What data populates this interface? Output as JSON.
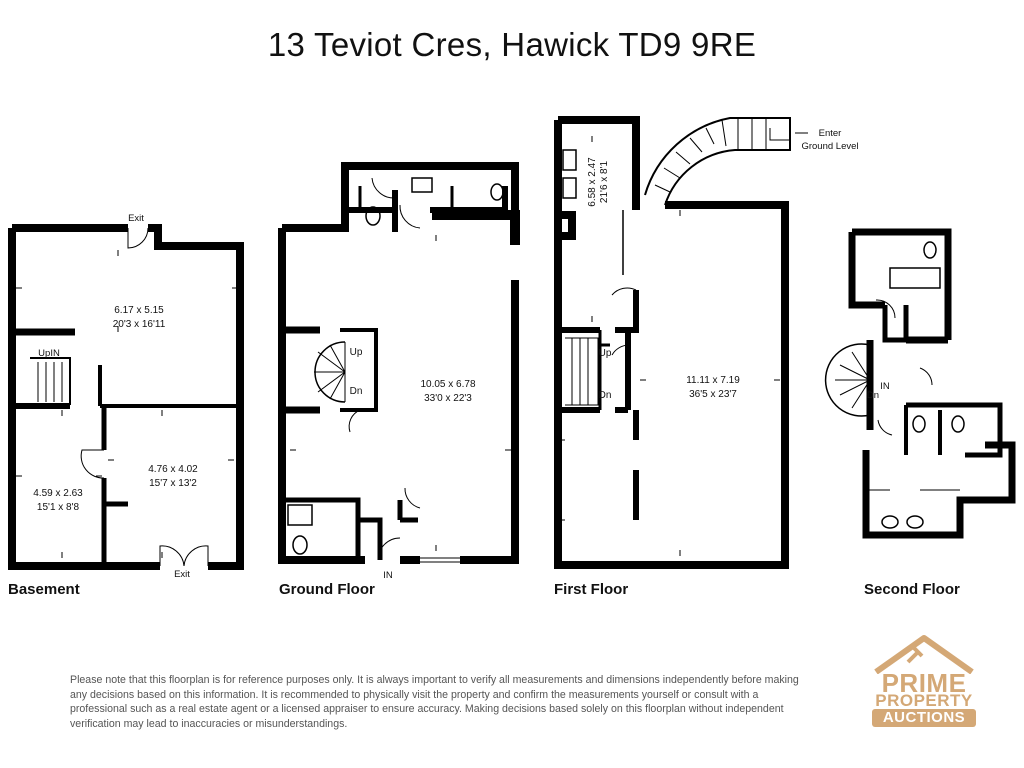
{
  "title": "13 Teviot Cres, Hawick TD9 9RE",
  "floors": [
    {
      "label": "Basement"
    },
    {
      "label": "Ground Floor"
    },
    {
      "label": "First Floor"
    },
    {
      "label": "Second Floor"
    }
  ],
  "rooms": {
    "basement_main": {
      "metric": "6.17 x 5.15",
      "imperial": "20'3 x 16'11"
    },
    "basement_left": {
      "metric": "4.59 x 2.63",
      "imperial": "15'1 x 8'8"
    },
    "basement_right": {
      "metric": "4.76 x 4.02",
      "imperial": "15'7 x 13'2"
    },
    "ground_main": {
      "metric": "10.05 x 6.78",
      "imperial": "33'0 x 22'3"
    },
    "first_main": {
      "metric": "11.11 x 7.19",
      "imperial": "36'5 x 23'7"
    },
    "first_narrow": {
      "metric": "6.58 x 2.47",
      "imperial": "21'6 x 8'1"
    }
  },
  "labels": {
    "exit_top": "Exit",
    "exit_bottom": "Exit",
    "up_in": "UpIN",
    "ground_up": "Up",
    "ground_dn": "Dn",
    "ground_in": "IN",
    "first_up": "Up",
    "first_dn": "Dn",
    "enter_line1": "Enter",
    "enter_line2": "Ground Level",
    "second_in": "IN",
    "second_dn": "Dn"
  },
  "disclaimer": "Please note that this floorplan is for reference purposes only. It is always important to verify all measurements and dimensions independently before making any decisions based on this information. It is recommended to physically visit the property and confirm the measurements yourself or consult with a professional such as a real estate agent or a licensed appraiser to ensure accuracy. Making decisions based solely on this floorplan without independent verification may lead to inaccuracies or misunderstandings.",
  "logo": {
    "line1": "PRIME",
    "line2": "PROPERTY",
    "line3": "AUCTIONS"
  },
  "colors": {
    "wall": "#000000",
    "text": "#111111",
    "logo": "#d4a876"
  }
}
